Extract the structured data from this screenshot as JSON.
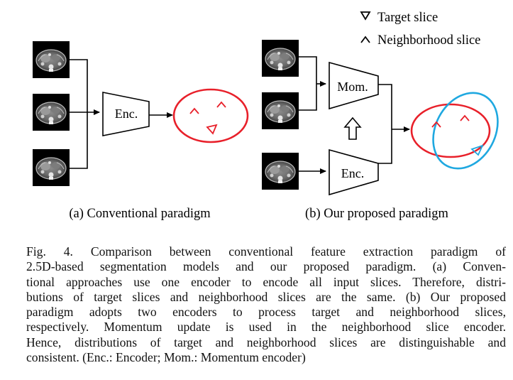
{
  "legend": {
    "target_label": "Target slice",
    "neighbor_label": "Neighborhood slice"
  },
  "panel_a": {
    "encoder_label": "Enc.",
    "caption": "(a) Conventional paradigm"
  },
  "panel_b": {
    "momentum_label": "Mom.",
    "encoder_label": "Enc.",
    "caption": "(b) Our proposed paradigm"
  },
  "colors": {
    "distribution_red": "#e8202a",
    "distribution_cyan": "#1fa8e0",
    "ct_background": "#000000"
  },
  "caption": {
    "lines": [
      "Fig. 4.  Comparison between conventional feature extraction paradigm of",
      "2.5D-based segmentation models and our proposed paradigm. (a) Conven-",
      "tional approaches use one encoder to encode all input slices. Therefore, distri-",
      "butions of target slices and neighborhood slices are the same. (b) Our proposed",
      "paradigm adopts two encoders to process target and neighborhood slices,",
      "respectively. Momentum update is used in the neighborhood slice encoder.",
      "Hence, distributions of target and neighborhood slices are distinguishable and",
      "consistent. (Enc.: Encoder; Mom.: Momentum encoder)"
    ]
  }
}
